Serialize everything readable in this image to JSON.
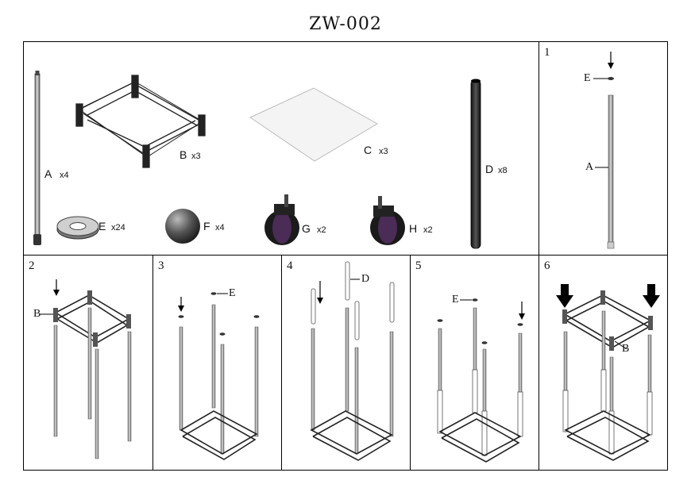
{
  "title": "ZW-002",
  "parts": [
    {
      "letter": "A",
      "qty": "x4",
      "name": "pole-a"
    },
    {
      "letter": "B",
      "qty": "x3",
      "name": "frame-b"
    },
    {
      "letter": "C",
      "qty": "x3",
      "name": "shelf-c"
    },
    {
      "letter": "D",
      "qty": "x8",
      "name": "pole-d"
    },
    {
      "letter": "E",
      "qty": "x24",
      "name": "washer-e"
    },
    {
      "letter": "F",
      "qty": "x4",
      "name": "ball-f"
    },
    {
      "letter": "G",
      "qty": "x2",
      "name": "caster-g"
    },
    {
      "letter": "H",
      "qty": "x2",
      "name": "caster-h"
    }
  ],
  "steps": [
    {
      "number": "1",
      "labels": [
        "E",
        "A"
      ]
    },
    {
      "number": "2",
      "labels": [
        "B"
      ]
    },
    {
      "number": "3",
      "labels": [
        "E"
      ]
    },
    {
      "number": "4",
      "labels": [
        "D"
      ]
    },
    {
      "number": "5",
      "labels": [
        "E"
      ]
    },
    {
      "number": "6",
      "labels": [
        "B"
      ]
    }
  ]
}
